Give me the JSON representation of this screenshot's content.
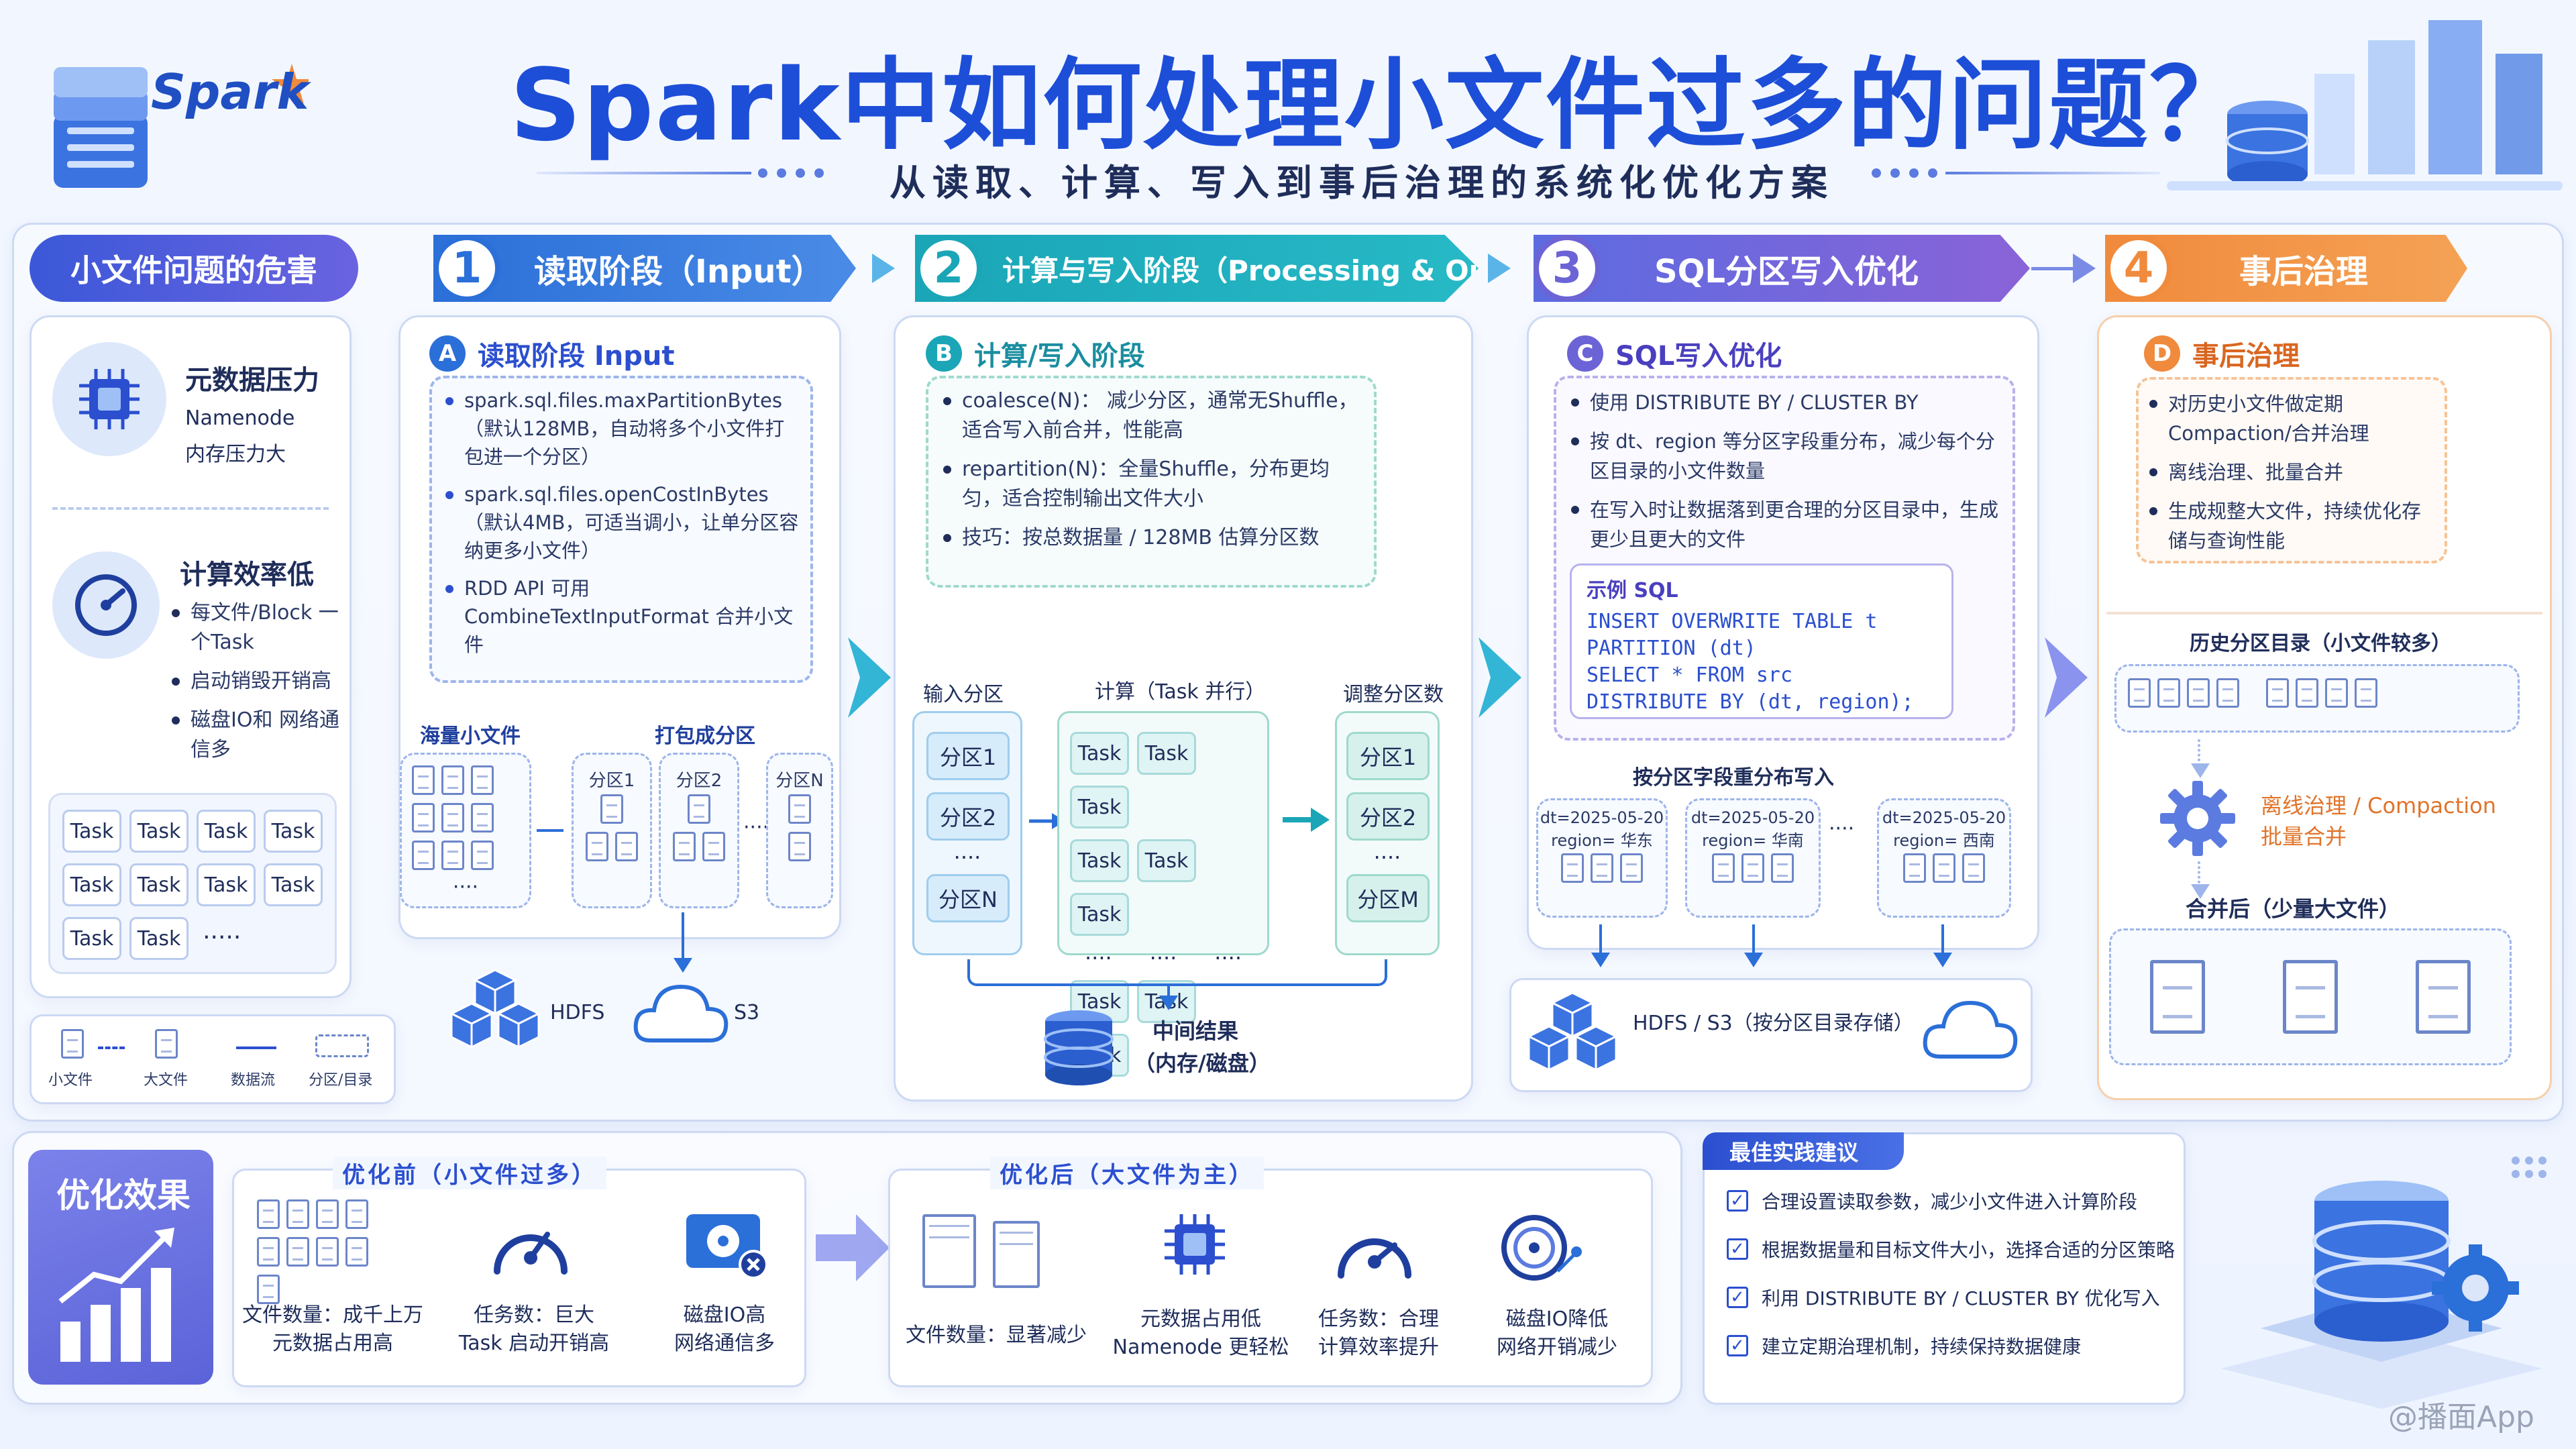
{
  "header": {
    "logo": "Spark",
    "title": "Spark中如何处理小文件过多的问题？",
    "subtitle": "从读取、计算、写入到事后治理的系统化优化方案"
  },
  "harm": {
    "title": "小文件问题的危害",
    "metadata": {
      "title": "元数据压力",
      "line1": "Namenode",
      "line2": "内存压力大"
    },
    "efficiency": {
      "title": "计算效率低",
      "items": [
        "每文件/Block 一个Task",
        "启动销毁开销高",
        "磁盘IO和 网络通信多"
      ]
    },
    "tasks": [
      "Task",
      "Task",
      "Task",
      "Task",
      "Task",
      "Task",
      "Task",
      "Task",
      "Task",
      "Task"
    ],
    "tasks_more": "·····"
  },
  "legend": {
    "small_file": "小文件",
    "big_file": "大文件",
    "data_flow": "数据流",
    "partition": "分区/目录"
  },
  "stages": [
    {
      "num": "1",
      "label": "读取阶段（Input）",
      "color": "#2b6fd8"
    },
    {
      "num": "2",
      "label": "计算与写入阶段（Processing & Output）",
      "color": "#1aa6b7"
    },
    {
      "num": "3",
      "label": "SQL分区写入优化",
      "color": "#6b63d6"
    },
    {
      "num": "4",
      "label": "事后治理",
      "color": "#f08a3c"
    }
  ],
  "stageA": {
    "badge": "A",
    "title": "读取阶段 Input",
    "items": [
      "spark.sql.files.maxPartitionBytes（默认128MB，自动将多个小文件打包进一个分区）",
      "spark.sql.files.openCostInBytes（默认4MB，可适当调小，让单分区容纳更多小文件）",
      "RDD API 可用 CombineTextInputFormat 合并小文件"
    ],
    "massive_files": "海量小文件",
    "pack_partition": "打包成分区",
    "partitions": [
      "分区1",
      "分区2",
      "分区N"
    ],
    "more": "····",
    "hdfs": "HDFS",
    "s3": "S3"
  },
  "stageB": {
    "badge": "B",
    "title": "计算/写入阶段",
    "items": [
      "coalesce(N)： 减少分区，通常无Shuffle，适合写入前合并，性能高",
      "repartition(N)：全量Shuffle，分布更均匀，适合控制输出文件大小",
      "技巧：按总数据量 / 128MB 估算分区数"
    ],
    "input_partition": "输入分区",
    "compute": "计算（Task 并行）",
    "adjust": "调整分区数",
    "input_parts": [
      "分区1",
      "分区2",
      "分区N"
    ],
    "output_parts": [
      "分区1",
      "分区2",
      "分区M"
    ],
    "task": "Task",
    "dots": "····",
    "intermediate": "中间结果",
    "intermediate2": "（内存/磁盘）"
  },
  "stageC": {
    "badge": "C",
    "title": "SQL写入优化",
    "items": [
      "使用 DISTRIBUTE BY / CLUSTER BY",
      "按 dt、region 等分区字段重分布，减少每个分区目录的小文件数量",
      "在写入时让数据落到更合理的分区目录中，生成更少且更大的文件"
    ],
    "sql_title": "示例 SQL",
    "sql_lines": [
      "INSERT OVERWRITE TABLE t",
      "PARTITION (dt)",
      "SELECT * FROM src",
      "DISTRIBUTE BY (dt, region);"
    ],
    "redistribute": "按分区字段重分布写入",
    "dirs": [
      {
        "dt": "dt=2025-05-20",
        "region": "region= 华东"
      },
      {
        "dt": "dt=2025-05-20",
        "region": "region= 华南"
      },
      {
        "dt": "dt=2025-05-20",
        "region": "region= 西南"
      }
    ],
    "dots": "····",
    "storage": "HDFS / S3（按分区目录存储）"
  },
  "stageD": {
    "badge": "D",
    "title": "事后治理",
    "items": [
      "对历史小文件做定期 Compaction/合并治理",
      "离线治理、批量合并",
      "生成规整大文件，持续优化存储与查询性能"
    ],
    "history": "历史分区目录（小文件较多）",
    "offline_line1": "离线治理 / Compaction",
    "offline_line2": "批量合并",
    "after": "合并后（少量大文件）"
  },
  "effect": {
    "title": "优化效果",
    "before_title": "优化前（小文件过多）",
    "after_title": "优化后（大文件为主）",
    "before": [
      {
        "l1": "文件数量：成千上万",
        "l2": "元数据占用高"
      },
      {
        "l1": "任务数：巨大",
        "l2": "Task 启动开销高"
      },
      {
        "l1": "磁盘IO高",
        "l2": "网络通信多"
      }
    ],
    "after": [
      {
        "l1": "文件数量：显著减少",
        "l2": ""
      },
      {
        "l1": "元数据占用低",
        "l2": "Namenode 更轻松"
      },
      {
        "l1": "任务数：合理",
        "l2": "计算效率提升"
      },
      {
        "l1": "磁盘IO降低",
        "l2": "网络开销减少"
      }
    ]
  },
  "practice": {
    "title": "最佳实践建议",
    "items": [
      "合理设置读取参数，减少小文件进入计算阶段",
      "根据数据量和目标文件大小，选择合适的分区策略",
      "利用 DISTRIBUTE BY / CLUSTER BY 优化写入",
      "建立定期治理机制，持续保持数据健康"
    ]
  },
  "watermark": "@播面App"
}
